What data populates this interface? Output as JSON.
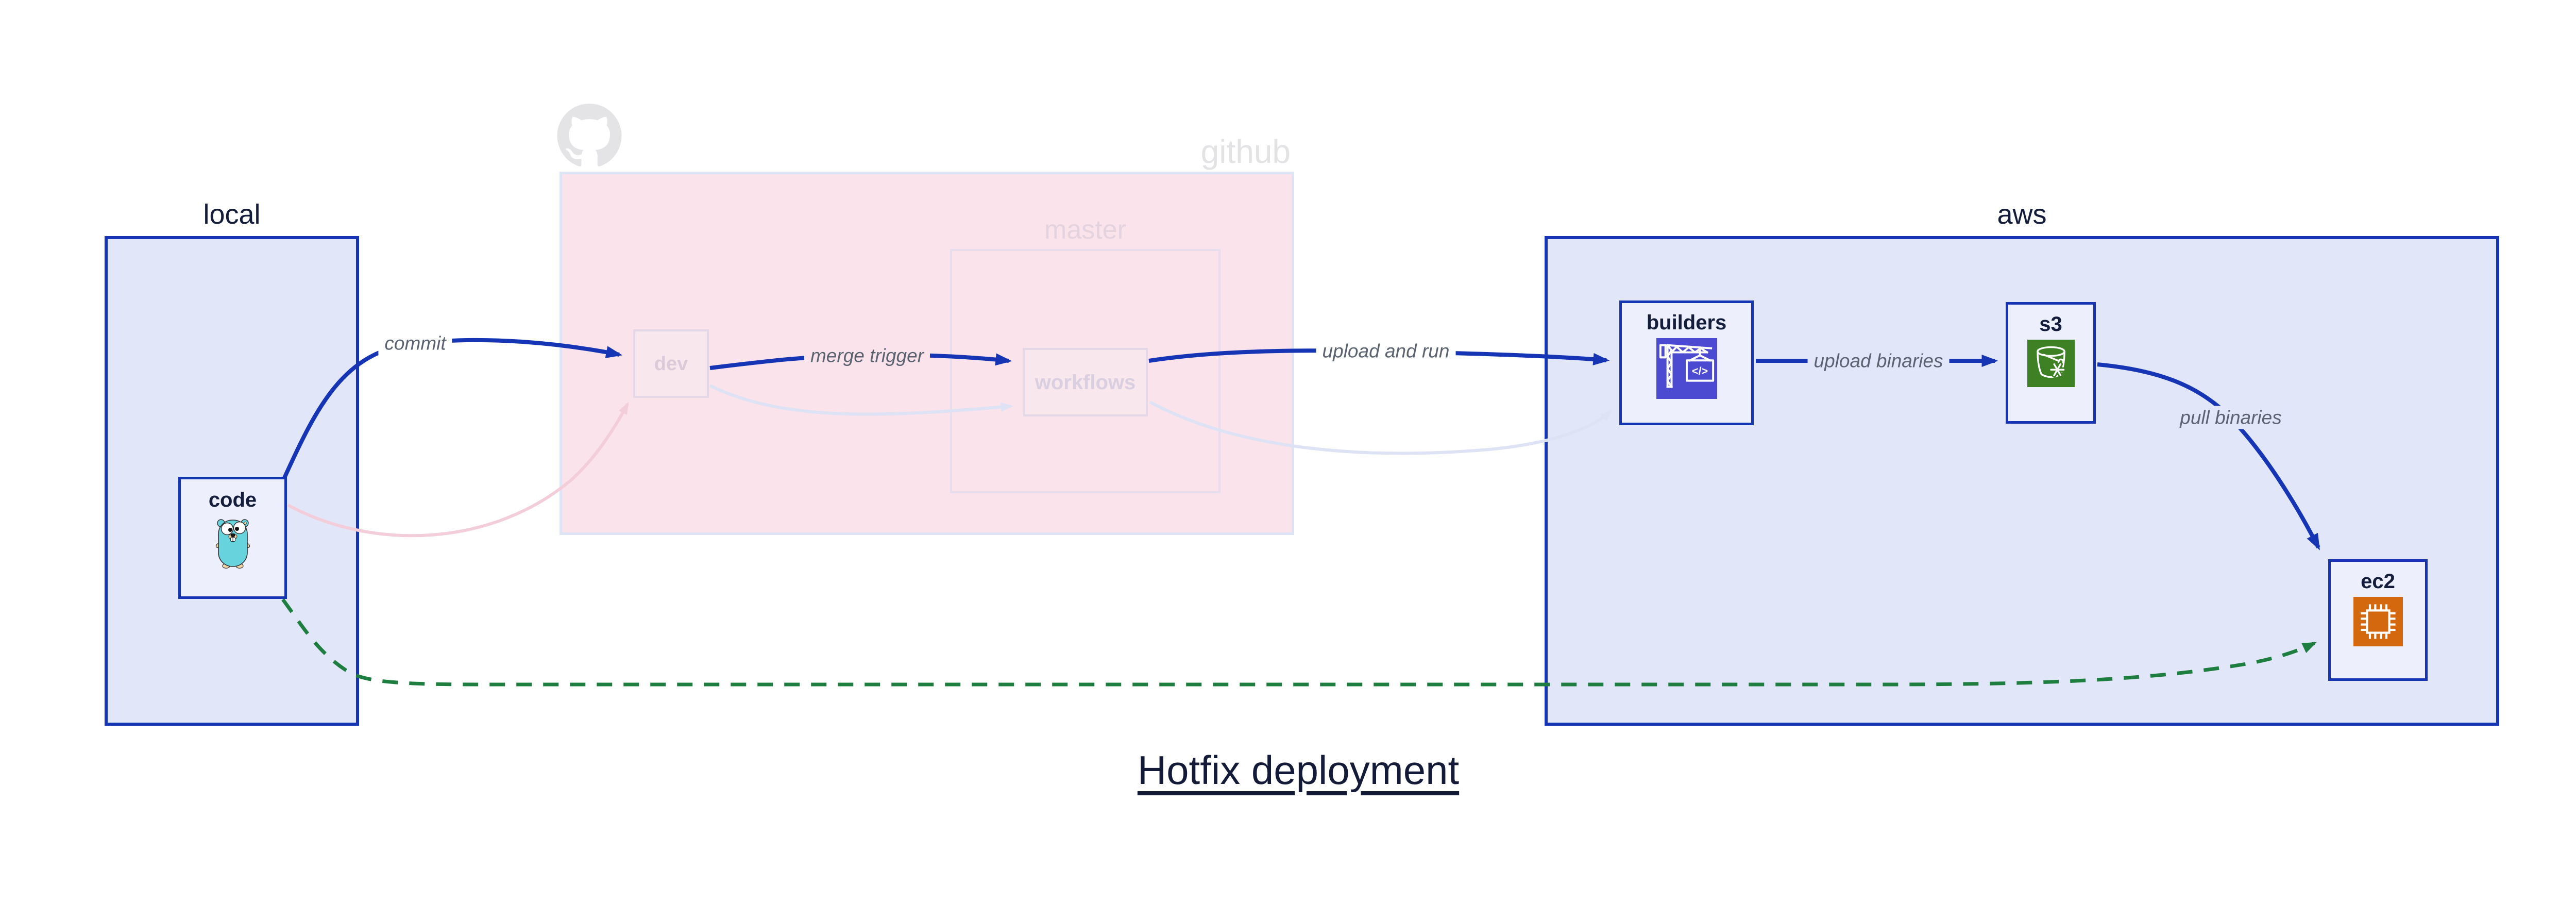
{
  "title": {
    "text": "Hotfix deployment"
  },
  "containers": {
    "local": {
      "label": "local"
    },
    "github": {
      "label": "github",
      "icon": "github-octocat-icon"
    },
    "master": {
      "label": "master"
    },
    "aws": {
      "label": "aws"
    }
  },
  "nodes": {
    "code": {
      "label": "code",
      "icon": "go-gopher-icon"
    },
    "dev": {
      "label": "dev"
    },
    "workflows": {
      "label": "workflows"
    },
    "builders": {
      "label": "builders",
      "icon": "aws-codebuild-crane-icon",
      "icon_glyph": "</>"
    },
    "s3": {
      "label": "s3",
      "icon": "aws-s3-bucket-snowflake-icon"
    },
    "ec2": {
      "label": "ec2",
      "icon": "aws-ec2-chip-icon"
    }
  },
  "edges": {
    "commit": {
      "from": "code",
      "to": "dev",
      "label": "commit",
      "style": "solid-blue"
    },
    "merge_trigger": {
      "from": "dev",
      "to": "workflows",
      "label": "merge trigger",
      "style": "solid-blue"
    },
    "upload_and_run": {
      "from": "workflows",
      "to": "builders",
      "label": "upload and run",
      "style": "solid-blue"
    },
    "upload_binaries": {
      "from": "builders",
      "to": "s3",
      "label": "upload binaries",
      "style": "solid-blue"
    },
    "pull_binaries": {
      "from": "s3",
      "to": "ec2",
      "label": "pull binaries",
      "style": "solid-blue"
    },
    "hotfix_path": {
      "from": "code",
      "to": "ec2",
      "label": "",
      "style": "dashed-green"
    },
    "faded_commit": {
      "from": "code",
      "to": "dev",
      "label": "",
      "style": "faded-pink"
    },
    "faded_merge": {
      "from": "dev",
      "to": "workflows",
      "label": "",
      "style": "faded-lavender"
    },
    "faded_upload": {
      "from": "workflows",
      "to": "builders",
      "label": "",
      "style": "faded-lavender"
    }
  },
  "colors": {
    "accent_blue": "#1535b5",
    "container_fill": "#e1e6f9",
    "node_fill": "#edf0fc",
    "github_fill": "#fae3ea",
    "faded_pink_line": "#f3cdd9",
    "faded_lavender_line": "#dde2f4",
    "hotfix_green": "#1e7e40",
    "edge_label_gray": "#5b6270",
    "navy_text": "#141d3b",
    "codebuild_indigo": "#4b4ad0",
    "s3_green": "#3e8125",
    "ec2_orange": "#d3680f",
    "gopher_teal": "#66d3dd"
  }
}
